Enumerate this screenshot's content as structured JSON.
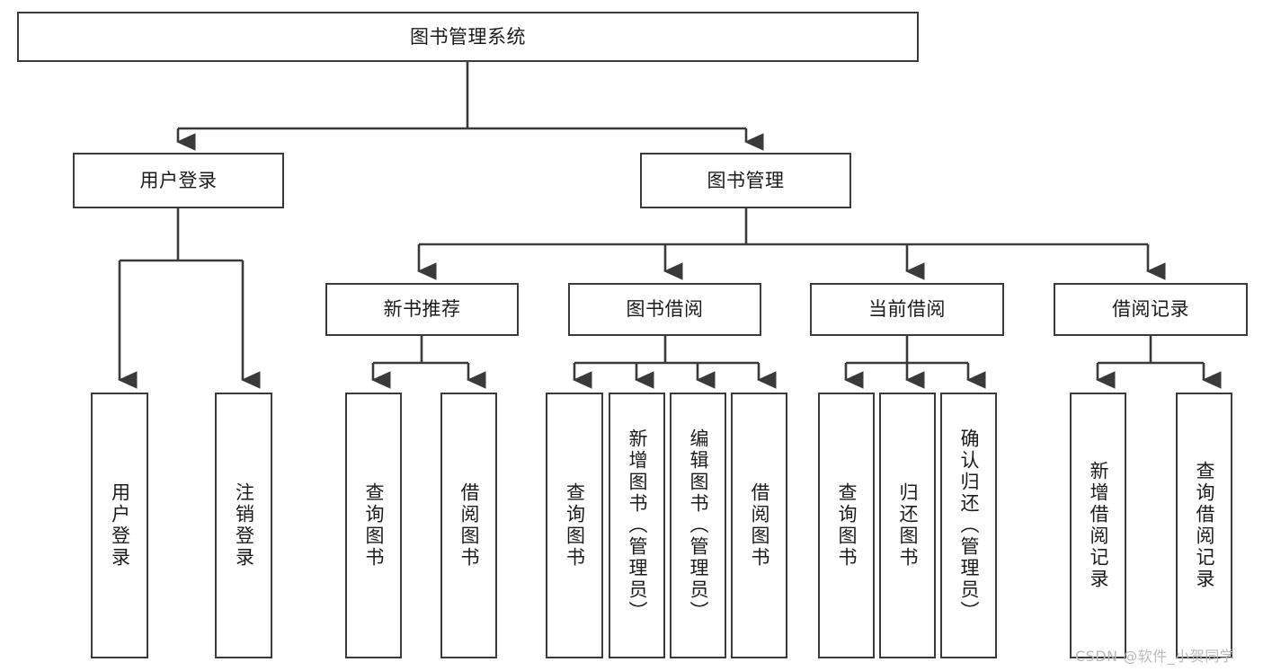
{
  "diagram": {
    "title": "图书管理系统",
    "type": "tree",
    "orientation": "top-down",
    "colors": {
      "box_border": "#3a3a3a",
      "box_fill": "#ffffff",
      "edge": "#3a3a3a",
      "text": "#1b1b1b",
      "watermark": "#b9b9b9",
      "background": "#ffffff"
    },
    "nodes": {
      "root": {
        "label": "图书管理系统"
      },
      "level2": [
        {
          "id": "user_login",
          "label": "用户登录"
        },
        {
          "id": "book_manage",
          "label": "图书管理"
        }
      ],
      "level3": [
        {
          "id": "new_book_rec",
          "label": "新书推荐"
        },
        {
          "id": "book_borrow",
          "label": "图书借阅"
        },
        {
          "id": "current_borrow",
          "label": "当前借阅"
        },
        {
          "id": "borrow_record",
          "label": "借阅记录"
        }
      ],
      "leaves": {
        "user_login": [
          {
            "id": "leaf_user_login",
            "label": "用户登录"
          },
          {
            "id": "leaf_user_logout",
            "label": "注销登录"
          }
        ],
        "new_book_rec": [
          {
            "id": "leaf_query_book_1",
            "label": "查询图书"
          },
          {
            "id": "leaf_borrow_book_1",
            "label": "借阅图书"
          }
        ],
        "book_borrow": [
          {
            "id": "leaf_query_book_2",
            "label": "查询图书"
          },
          {
            "id": "leaf_add_book",
            "label": "新增图书（管理员）"
          },
          {
            "id": "leaf_edit_book",
            "label": "编辑图书（管理员）"
          },
          {
            "id": "leaf_borrow_book_2",
            "label": "借阅图书"
          }
        ],
        "current_borrow": [
          {
            "id": "leaf_query_book_3",
            "label": "查询图书"
          },
          {
            "id": "leaf_return_book",
            "label": "归还图书"
          },
          {
            "id": "leaf_confirm_return",
            "label": "确认归还（管理员）"
          }
        ],
        "borrow_record": [
          {
            "id": "leaf_add_record",
            "label": "新增借阅记录"
          },
          {
            "id": "leaf_query_record",
            "label": "查询借阅记录"
          }
        ]
      }
    },
    "watermark": "CSDN @软件_小贺同学"
  }
}
